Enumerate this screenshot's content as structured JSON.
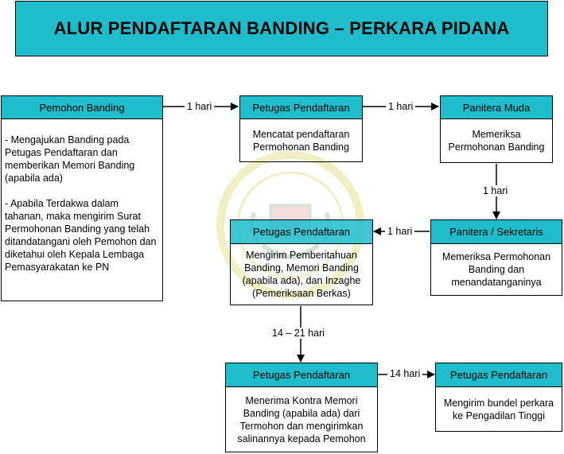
{
  "title": "ALUR PENDAFTARAN BANDING – PERKARA PIDANA",
  "colors": {
    "box_fill": "#1fbdcc",
    "border": "#000000",
    "watermark": "#e6e27a"
  },
  "nodes": {
    "pemohon": {
      "header": "Pemohon Banding",
      "paragraphs": [
        "- Mengajukan Banding pada Petugas Pendaftaran dan memberikan Memori Banding (apabila ada)",
        "- Apabila Terdakwa dalam tahanan, maka mengirim Surat Permohonan Banding yang telah ditandatangani oleh Pemohon dan diketahui oleh Kepala Lembaga Pemasyarakatan ke PN"
      ]
    },
    "petugas1": {
      "header": "Petugas Pendaftaran",
      "body": "Mencatat pendaftaran Permohonan Banding"
    },
    "panitera_muda": {
      "header": "Panitera Muda",
      "body": "Memeriksa Permohonan Banding"
    },
    "panitera_sekretaris": {
      "header": "Panitera / Sekretaris",
      "body": "Memeriksa Permohonan Banding dan menandatanganinya"
    },
    "petugas2": {
      "header": "Petugas Pendaftaran",
      "body": "Mengirim Pemberitahuan Banding, Memori Banding (apabila ada), dan Inzaghe (Pemeriksaan Berkas)"
    },
    "petugas3": {
      "header": "Petugas Pendaftaran",
      "body": "Menerima Kontra Memori Banding (apabila ada) dari Termohon dan mengirimkan salinannya kepada Pemohon"
    },
    "petugas4": {
      "header": "Petugas Pendaftaran",
      "body": "Mengirim bundel perkara ke Pengadilan Tinggi"
    }
  },
  "edges": {
    "pemohon_to_petugas1": "1 hari",
    "petugas1_to_panitera_muda": "1 hari",
    "panitera_muda_to_panitera_sekretaris": "1 hari",
    "panitera_sekretaris_to_petugas2": "1 hari",
    "petugas2_to_petugas3": "14 – 21 hari",
    "petugas3_to_petugas4": "14 hari"
  },
  "watermark_icon": "court-seal-icon"
}
